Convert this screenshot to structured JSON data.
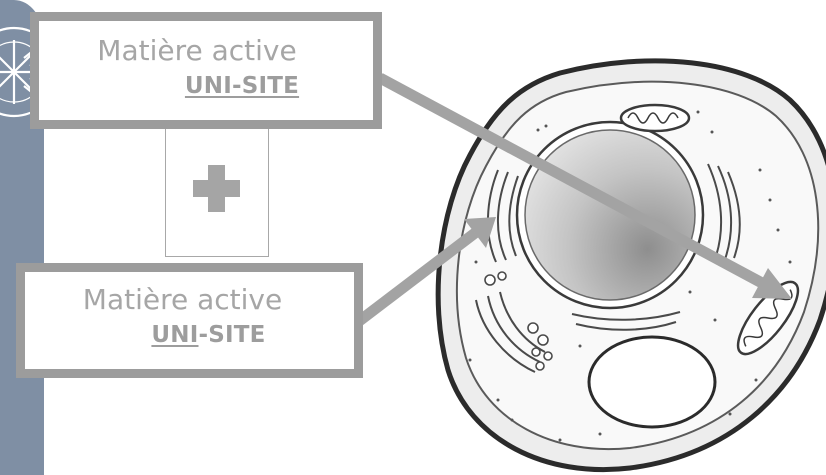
{
  "labels": {
    "box_top": {
      "title": "Matière active",
      "sub_underlined": "UNI-SITE",
      "sub_rest": ""
    },
    "box_bottom": {
      "title": "Matière active",
      "sub_underlined": "UNI",
      "sub_rest": "-SITE"
    }
  },
  "colors": {
    "box_border": "#9c9c9c",
    "arrow": "#a3a3a3",
    "text": "#a6a6a6",
    "sidebar": "#7f8fa4"
  },
  "icons": {
    "plus": "plus-icon",
    "sidebar": "snowflake-icon",
    "cell": "cell-illustration"
  }
}
